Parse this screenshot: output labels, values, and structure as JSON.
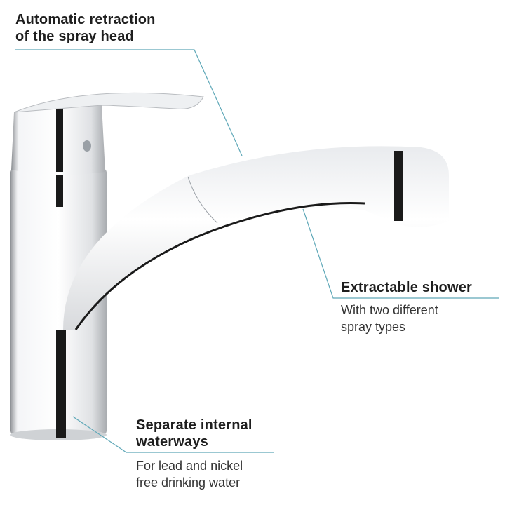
{
  "callouts": [
    {
      "title_lines": [
        "Automatic retraction",
        "of the spray head"
      ],
      "description_lines": []
    },
    {
      "title_lines": [
        "Extractable shower"
      ],
      "description_lines": [
        "With two different",
        "spray types"
      ]
    },
    {
      "title_lines": [
        "Separate internal",
        "waterways"
      ],
      "description_lines": [
        "For lead and nickel",
        "free drinking water"
      ]
    }
  ],
  "colors": {
    "leader_line": "#5fa8b8",
    "text": "#1e1e1e",
    "chrome_dark": "#1a1a1a"
  }
}
